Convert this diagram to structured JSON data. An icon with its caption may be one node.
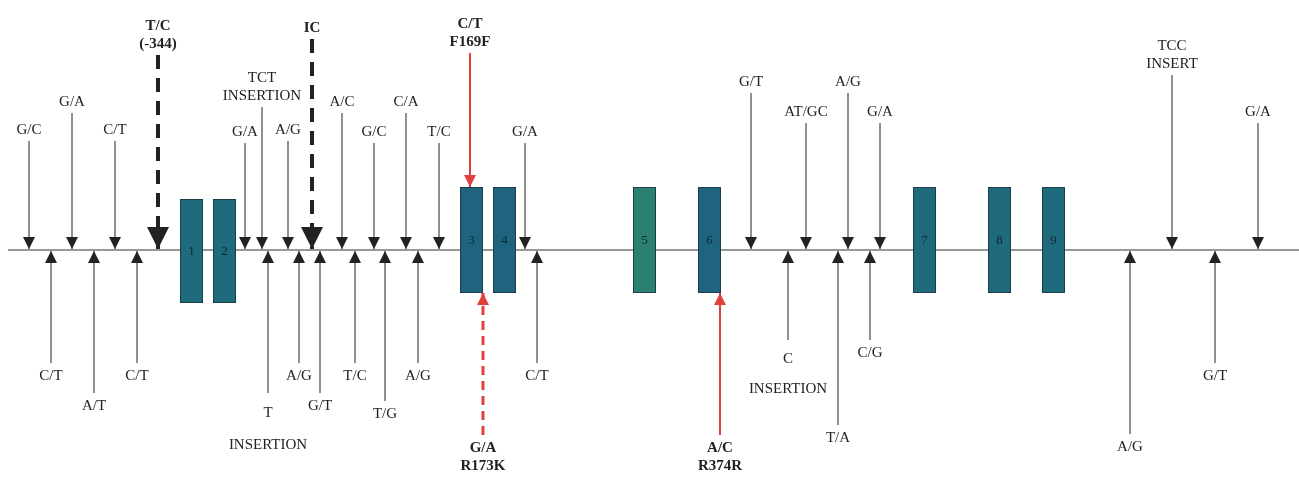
{
  "diagram": {
    "nodes": [
      {
        "text": [
          "1"
        ]
      },
      {
        "text": [
          "2"
        ]
      },
      {
        "text": [
          "3"
        ]
      },
      {
        "text": [
          "4"
        ]
      },
      {
        "text": [
          "5"
        ]
      },
      {
        "text": [
          "6"
        ]
      },
      {
        "text": [
          "7"
        ]
      },
      {
        "text": [
          "8"
        ]
      },
      {
        "text": [
          "9"
        ]
      },
      {
        "text": [
          "G/C"
        ]
      },
      {
        "text": [
          "G/A"
        ]
      },
      {
        "text": [
          "C/T"
        ]
      },
      {
        "text": [
          "T/C (-344)"
        ]
      },
      {
        "text": [
          "G/A"
        ]
      },
      {
        "text": [
          "TCT INSERTION"
        ]
      },
      {
        "text": [
          "A/G"
        ]
      },
      {
        "text": [
          "IC"
        ]
      },
      {
        "text": [
          "A/C"
        ]
      },
      {
        "text": [
          "G/C"
        ]
      },
      {
        "text": [
          "C/A"
        ]
      },
      {
        "text": [
          "T/C"
        ]
      },
      {
        "text": [
          "C/T F169F"
        ]
      },
      {
        "text": [
          "G/A"
        ]
      },
      {
        "text": [
          "G/T"
        ]
      },
      {
        "text": [
          "AT/GC"
        ]
      },
      {
        "text": [
          "A/G"
        ]
      },
      {
        "text": [
          "G/A"
        ]
      },
      {
        "text": [
          "TCC INSERT"
        ]
      },
      {
        "text": [
          "G/A"
        ]
      },
      {
        "text": [
          "C/T"
        ]
      },
      {
        "text": [
          "A/T"
        ]
      },
      {
        "text": [
          "C/T"
        ]
      },
      {
        "text": [
          "T INSERTION"
        ]
      },
      {
        "text": [
          "A/G"
        ]
      },
      {
        "text": [
          "G/T"
        ]
      },
      {
        "text": [
          "T/C"
        ]
      },
      {
        "text": [
          "T/G"
        ]
      },
      {
        "text": [
          "A/G"
        ]
      },
      {
        "text": [
          "G/A R173K"
        ]
      },
      {
        "text": [
          "C/T"
        ]
      },
      {
        "text": [
          "A/C R374R"
        ]
      },
      {
        "text": [
          "C INSERTION"
        ]
      },
      {
        "text": [
          "T/A"
        ]
      },
      {
        "text": [
          "C/G"
        ]
      },
      {
        "text": [
          "A/G"
        ]
      },
      {
        "text": [
          "G/T"
        ]
      },
      {
        "text": [],
        "shape": "line"
      }
    ],
    "edges": [
      {
        "from": 9,
        "to": 46,
        "arrow": "to"
      },
      {
        "from": 10,
        "to": 46,
        "arrow": "to"
      },
      {
        "from": 11,
        "to": 46,
        "arrow": "to"
      },
      {
        "from": 12,
        "to": 46,
        "arrow": "to",
        "style": "dashed"
      },
      {
        "from": 13,
        "to": 46,
        "arrow": "to"
      },
      {
        "from": 14,
        "to": 46,
        "arrow": "to"
      },
      {
        "from": 15,
        "to": 46,
        "arrow": "to"
      },
      {
        "from": 16,
        "to": 46,
        "arrow": "to",
        "style": "dashed"
      },
      {
        "from": 17,
        "to": 46,
        "arrow": "to"
      },
      {
        "from": 18,
        "to": 46,
        "arrow": "to"
      },
      {
        "from": 19,
        "to": 46,
        "arrow": "to"
      },
      {
        "from": 20,
        "to": 46,
        "arrow": "to"
      },
      {
        "from": 21,
        "to": 2,
        "arrow": "to",
        "color": "#e0403c"
      },
      {
        "from": 22,
        "to": 46,
        "arrow": "to"
      },
      {
        "from": 23,
        "to": 46,
        "arrow": "to"
      },
      {
        "from": 24,
        "to": 46,
        "arrow": "to"
      },
      {
        "from": 25,
        "to": 46,
        "arrow": "to"
      },
      {
        "from": 26,
        "to": 46,
        "arrow": "to"
      },
      {
        "from": 27,
        "to": 46,
        "arrow": "to"
      },
      {
        "from": 28,
        "to": 46,
        "arrow": "to"
      },
      {
        "from": 29,
        "to": 46,
        "arrow": "to"
      },
      {
        "from": 30,
        "to": 46,
        "arrow": "to"
      },
      {
        "from": 31,
        "to": 46,
        "arrow": "to"
      },
      {
        "from": 32,
        "to": 46,
        "arrow": "to"
      },
      {
        "from": 33,
        "to": 46,
        "arrow": "to"
      },
      {
        "from": 34,
        "to": 46,
        "arrow": "to"
      },
      {
        "from": 35,
        "to": 46,
        "arrow": "to"
      },
      {
        "from": 36,
        "to": 46,
        "arrow": "to"
      },
      {
        "from": 37,
        "to": 46,
        "arrow": "to"
      },
      {
        "from": 38,
        "to": 2,
        "arrow": "to",
        "style": "dashed",
        "color": "#e0403c"
      },
      {
        "from": 39,
        "to": 46,
        "arrow": "to"
      },
      {
        "from": 40,
        "to": 5,
        "arrow": "to",
        "color": "#e0403c"
      },
      {
        "from": 41,
        "to": 46,
        "arrow": "to"
      },
      {
        "from": 42,
        "to": 46,
        "arrow": "to"
      },
      {
        "from": 43,
        "to": 46,
        "arrow": "to"
      },
      {
        "from": 44,
        "to": 46,
        "arrow": "to"
      },
      {
        "from": 45,
        "to": 46,
        "arrow": "to"
      }
    ]
  }
}
